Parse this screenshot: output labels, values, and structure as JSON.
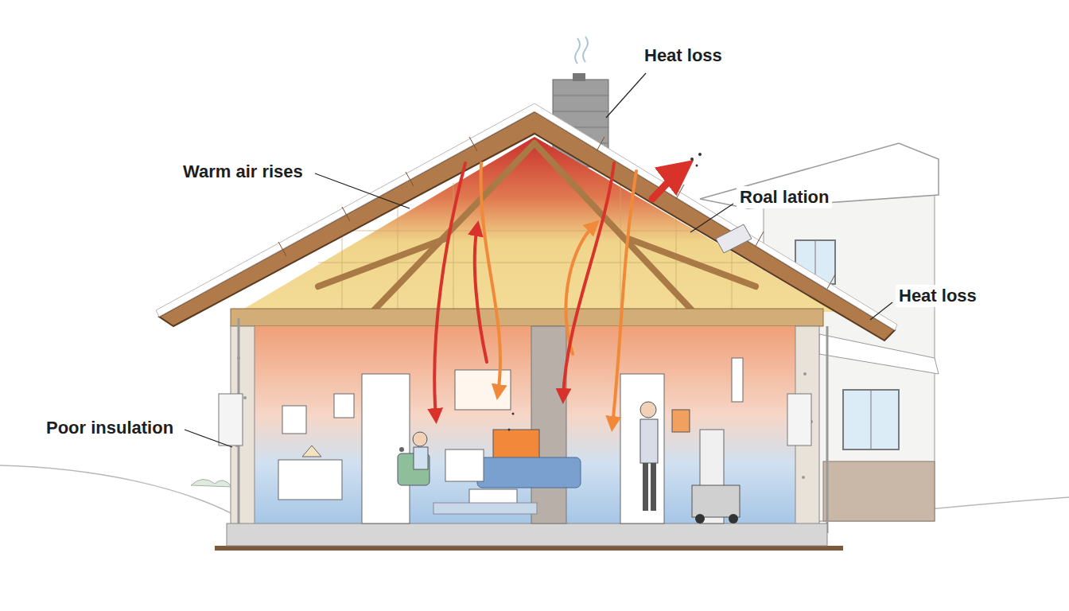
{
  "diagram": {
    "labels": [
      "Heat loss",
      "Warm air rises",
      "Roal lation",
      "Heat loss",
      "Poor insulation"
    ]
  }
}
